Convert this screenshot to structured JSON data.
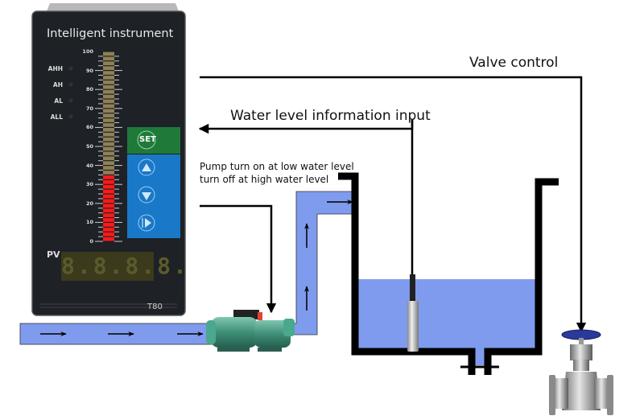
{
  "diagram": {
    "labels": {
      "valve_control": "Valve control",
      "water_level_input": "Water level information input",
      "pump_line1": "Pump turn on at low water level",
      "pump_line2": "turn off at high water level"
    },
    "instrument": {
      "title": "Intelligent instrument",
      "alarms": [
        "AHH",
        "AH",
        "AL",
        "ALL"
      ],
      "scale_ticks": [
        "100",
        "90",
        "80",
        "70",
        "60",
        "50",
        "40",
        "30",
        "20",
        "10",
        "0"
      ],
      "bar_level_percent": 34,
      "pv_label": "PV",
      "pv_display": "8.8.8.8.",
      "model": "T80",
      "buttons": {
        "set": "SET",
        "up": "up-arrow",
        "down": "down-arrow",
        "shift": "shift-arrow"
      }
    },
    "components": [
      "intelligent-instrument",
      "pump",
      "water-tank",
      "level-sensor",
      "gate-valve"
    ],
    "colors": {
      "water": "#7f9bed",
      "bar_fill": "#ff1a1a",
      "bar_empty": "#8f8156",
      "set_button": "#1f7a3a",
      "nav_buttons": "#1a78c8",
      "pump": "#3f8f78",
      "valve_wheel": "#2a3a9a"
    }
  }
}
